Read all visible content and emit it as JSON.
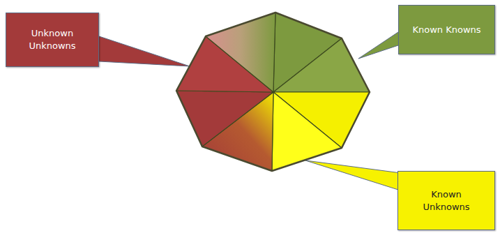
{
  "diagram": {
    "nodes": [
      {
        "text": [
          "Unknown Unknowns"
        ]
      },
      {
        "text": [
          "Known Knowns"
        ]
      },
      {
        "text": [
          "Known Unknowns"
        ]
      }
    ]
  }
}
